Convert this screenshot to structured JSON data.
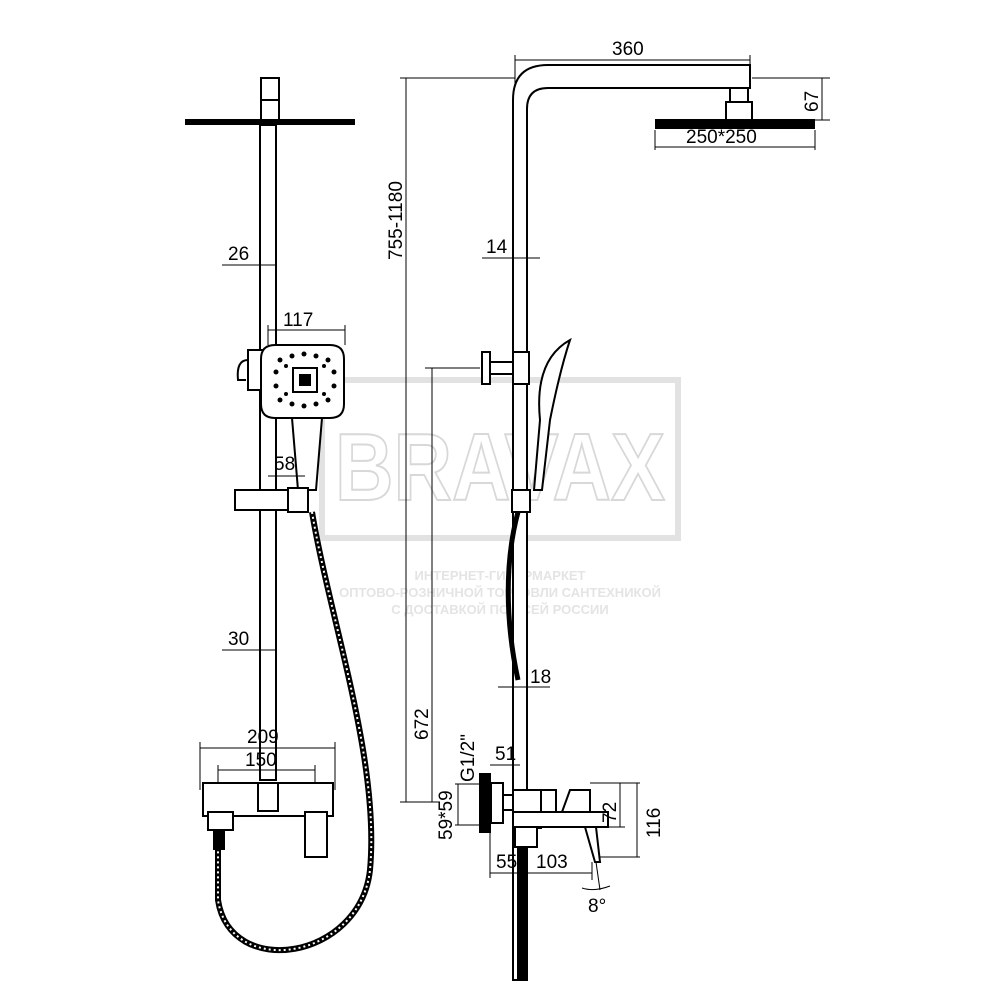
{
  "watermark": {
    "brand": "BRAVAX",
    "line1": "ИНТЕРНЕТ-ГИПЕРМАРКЕТ",
    "line2": "ОПТОВО-РОЗНИЧНОЙ ТОРГОВЛИ САНТЕХНИКОЙ",
    "line3": "С ДОСТАВКОЙ ПО ВСЕЙ РОССИИ"
  },
  "front_view": {
    "dims": {
      "rail_gap_top": "26",
      "hand_shower_width": "117",
      "slider": "58",
      "rail_gap_bottom": "30",
      "mixer_width": "209",
      "mixer_inner": "150"
    }
  },
  "side_view": {
    "dims": {
      "arm_length": "360",
      "head_height": "67",
      "head_size": "250*250",
      "pipe": "14",
      "height_range": "755-1180",
      "holder_height": "672",
      "pipe_lower": "18",
      "thread": "G1/2\"",
      "offset": "51",
      "flange": "59*59",
      "body_height": "72",
      "total_height": "116",
      "depth_a": "55",
      "depth_b": "103",
      "angle": "8°"
    }
  }
}
